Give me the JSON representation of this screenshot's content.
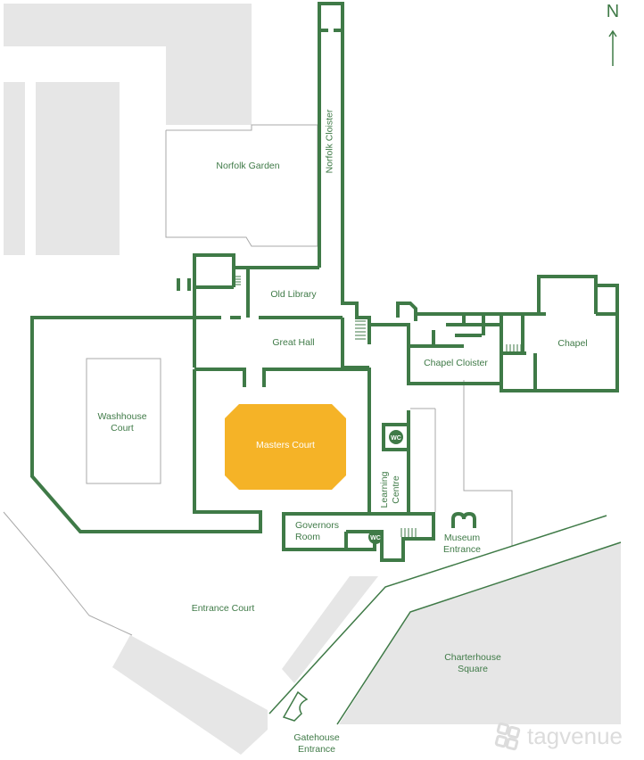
{
  "colors": {
    "wall": "#3f7a47",
    "label": "#3f7a47",
    "highlight": "#f5b327",
    "grey_block": "#e6e6e6",
    "thin_line": "#a9a9a9",
    "watermark": "#dcdcdc"
  },
  "compass": {
    "label": "N"
  },
  "rooms": {
    "norfolk_garden": "Norfolk Garden",
    "norfolk_cloister": "Norfolk Cloister",
    "old_library": "Old Library",
    "great_hall": "Great Hall",
    "washhouse_court": "Washhouse\nCourt",
    "masters_court": "Masters Court",
    "chapel": "Chapel",
    "chapel_cloister": "Chapel Cloister",
    "learning_centre": "Learning\nCentre",
    "governors_room": "Governors\nRoom",
    "museum_entrance": "Museum\nEntrance",
    "entrance_court": "Entrance Court",
    "charterhouse_square": "Charterhouse\nSquare",
    "gatehouse_entrance": "Gatehouse\nEntrance"
  },
  "wc_badges": [
    "WC",
    "WC"
  ],
  "watermark": {
    "text": "tagvenue"
  }
}
